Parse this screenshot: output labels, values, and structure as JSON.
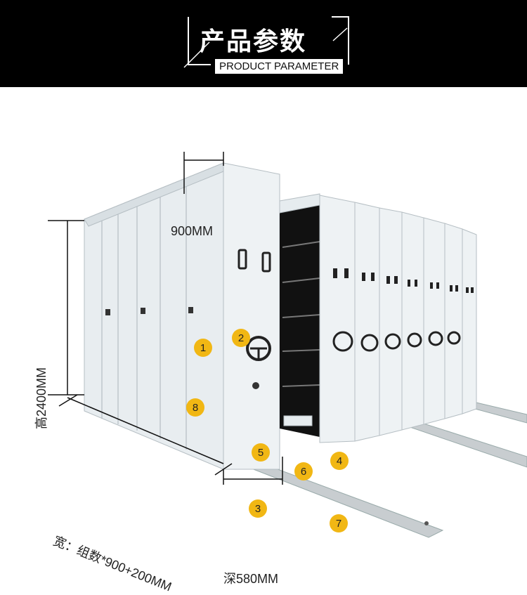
{
  "header": {
    "title_cn": "产品参数",
    "title_en": "PRODUCT PARAMETER"
  },
  "dimensions": {
    "width_top": "900MM",
    "height": "高2400MM",
    "width_bottom": "宽：组数*900+200MM",
    "depth": "深580MM"
  },
  "badges": [
    "1",
    "2",
    "3",
    "4",
    "5",
    "6",
    "7",
    "8"
  ],
  "colors": {
    "header_bg": "#000000",
    "badge": "#f1b714",
    "cabinet": "#e6ecef"
  }
}
